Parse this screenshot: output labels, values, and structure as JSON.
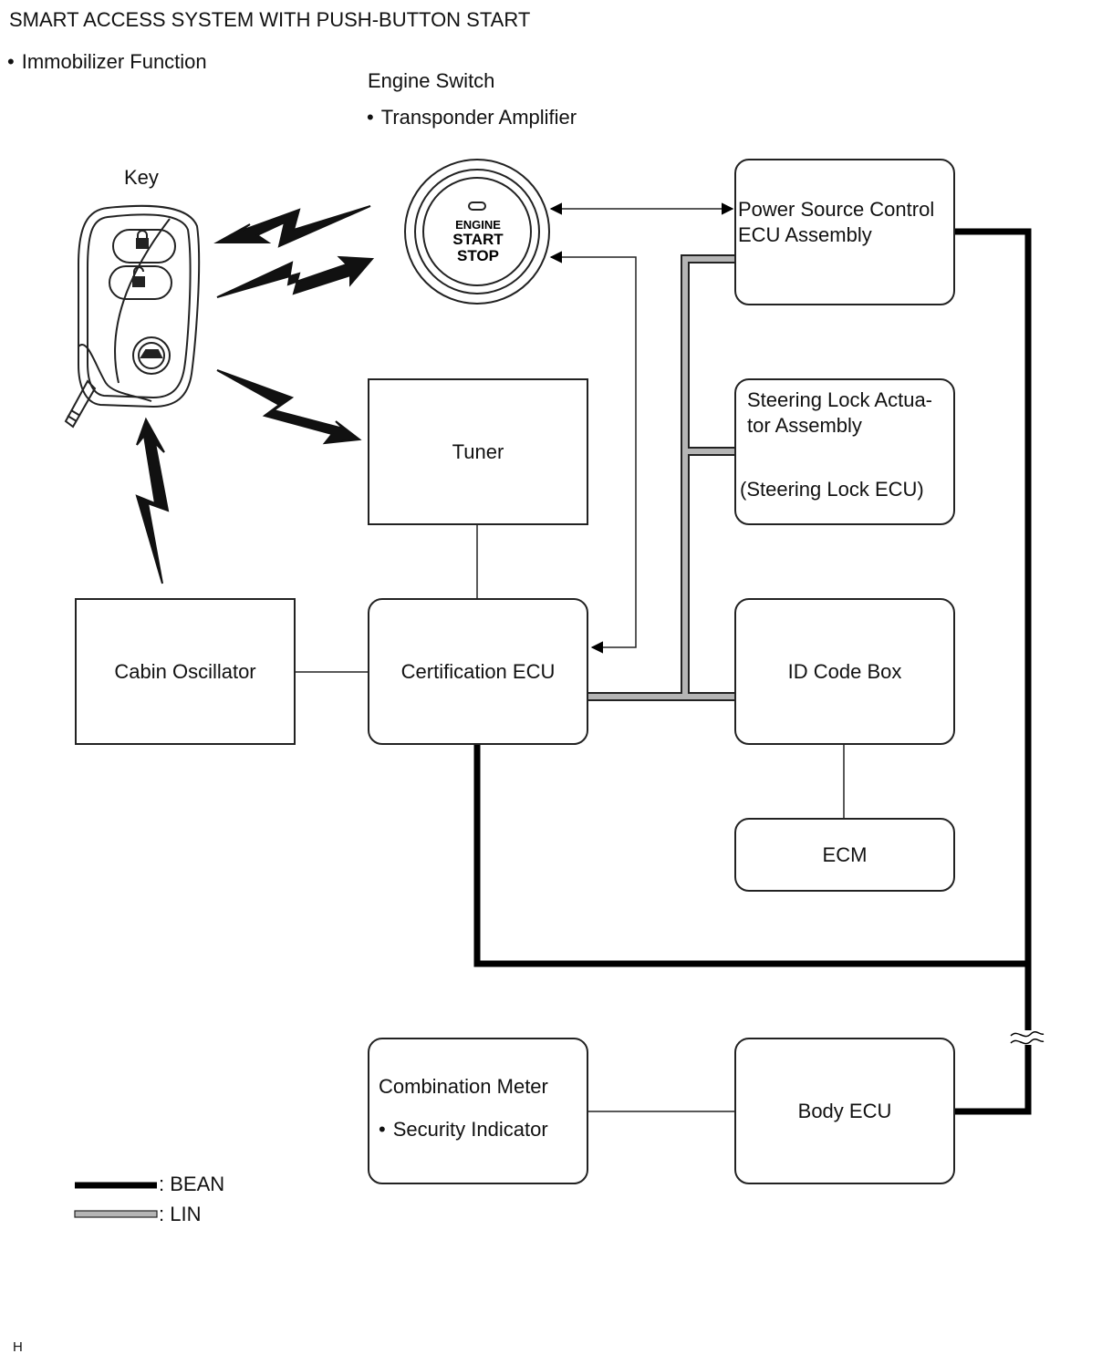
{
  "title": "SMART ACCESS SYSTEM WITH PUSH-BUTTON START",
  "subtitle": "Immobilizer Function",
  "engine_switch": {
    "label": "Engine Switch",
    "bullet": "Transponder Amplifier",
    "button_lines": [
      "ENGINE",
      "START",
      "STOP"
    ]
  },
  "key_label": "Key",
  "boxes": {
    "power_source": [
      "Power Source Control",
      "ECU Assembly"
    ],
    "steering_lock": [
      "Steering Lock Actua-",
      "tor Assembly",
      "(Steering Lock ECU)"
    ],
    "tuner": "Tuner",
    "cabin_oscillator": "Cabin Oscillator",
    "certification_ecu": "Certification ECU",
    "id_code_box": "ID Code Box",
    "ecm": "ECM",
    "combination_meter": "Combination Meter",
    "security_indicator": "Security Indicator",
    "body_ecu": "Body ECU"
  },
  "legend": {
    "bean": ": BEAN",
    "lin": ": LIN"
  },
  "colors": {
    "bean": "#000000",
    "lin": "#b5b5b5"
  },
  "footer": "H"
}
